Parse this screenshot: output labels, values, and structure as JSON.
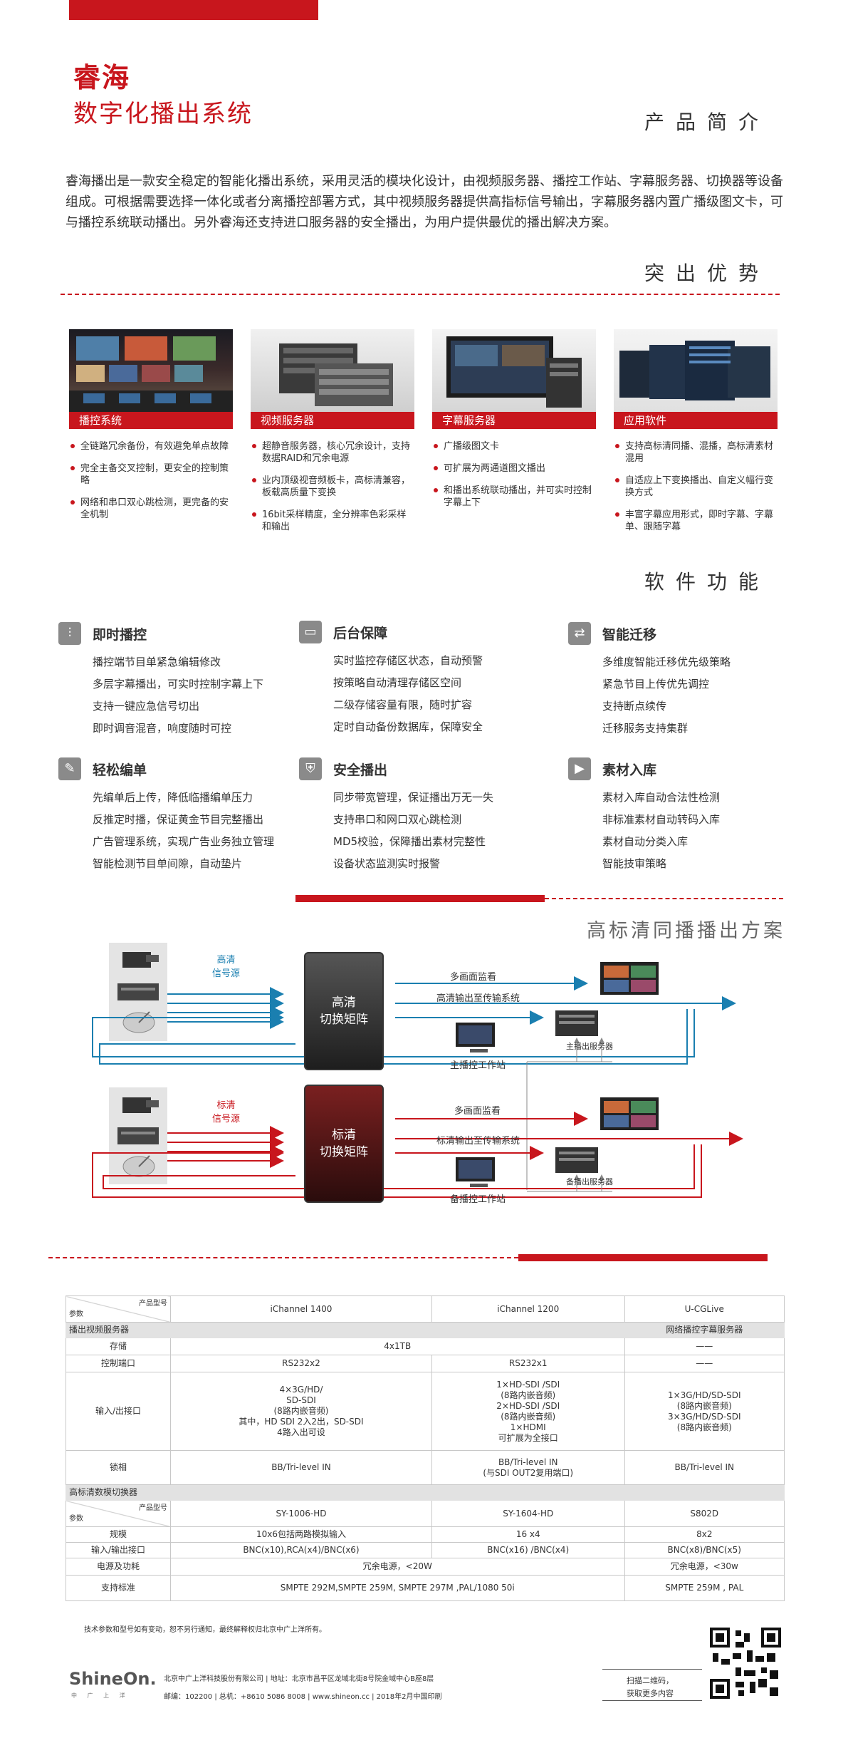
{
  "header": {
    "brand_line1": "睿海",
    "brand_line2": "数字化播出系统",
    "section_intro": "产品简介"
  },
  "intro_text": "睿海播出是一款安全稳定的智能化播出系统，采用灵活的模块化设计，由视频服务器、播控工作站、字幕服务器、切换器等设备组成。可根据需要选择一体化或者分离播控部署方式，其中视频服务器提供高指标信号输出，字幕服务器内置广播级图文卡，可与播控系统联动播出。另外睿海还支持进口服务器的安全播出，为用户提供最优的播出解决方案。",
  "advantages": {
    "title": "突出优势",
    "cards": [
      {
        "label": "播控系统",
        "items": [
          "全链路冗余备份，有效避免单点故障",
          "完全主备交叉控制，更安全的控制策略",
          "网络和串口双心跳检测，更完备的安全机制"
        ]
      },
      {
        "label": "视频服务器",
        "items": [
          "超静音服务器，核心冗余设计，支持数据RAID和冗余电源",
          "业内顶级视音频板卡，高标清兼容，板载高质量下变换",
          "16bit采样精度，全分辨率色彩采样和输出"
        ]
      },
      {
        "label": "字幕服务器",
        "items": [
          "广播级图文卡",
          "可扩展为两通道图文播出",
          "和播出系统联动播出，并可实时控制字幕上下"
        ]
      },
      {
        "label": "应用软件",
        "items": [
          "支持高标清同播、混播，高标清素材混用",
          "自适应上下变换播出、自定义幅行变换方式",
          "丰富字幕应用形式，即时字幕、字幕单、跟随字幕"
        ]
      }
    ]
  },
  "functions": {
    "title": "软件功能",
    "groups": [
      {
        "title": "即时播控",
        "icon": "sliders-icon",
        "items": [
          "播控端节目单紧急编辑修改",
          "多层字幕播出，可实时控制字幕上下",
          "支持一键应急信号切出",
          "即时调音混音，响度随时可控"
        ]
      },
      {
        "title": "后台保障",
        "icon": "monitor-icon",
        "items": [
          "实时监控存储区状态，自动预警",
          "按策略自动清理存储区空间",
          "二级存储容量有限，随时扩容",
          "定时自动备份数据库，保障安全"
        ]
      },
      {
        "title": "智能迁移",
        "icon": "transfer-icon",
        "items": [
          "多维度智能迁移优先级策略",
          "紧急节目上传优先调控",
          "支持断点续传",
          "迁移服务支持集群"
        ]
      },
      {
        "title": "轻松编单",
        "icon": "edit-icon",
        "items": [
          "先编单后上传，降低临播编单压力",
          "反推定时播，保证黄金节目完整播出",
          "广告管理系统，实现广告业务独立管理",
          "智能检测节目单间隙，自动垫片"
        ]
      },
      {
        "title": "安全播出",
        "icon": "shield-icon",
        "items": [
          "同步带宽管理，保证播出万无一失",
          "支持串口和网口双心跳检测",
          "MD5校验，保障播出素材完整性",
          "设备状态监测实时报警"
        ]
      },
      {
        "title": "素材入库",
        "icon": "ingest-icon",
        "items": [
          "素材入库自动合法性检测",
          "非标准素材自动转码入库",
          "素材自动分类入库",
          "智能技审策略"
        ]
      }
    ]
  },
  "diagram": {
    "title": "高标清同播播出方案",
    "hd": {
      "source": "高清\n信号源",
      "matrix": "高清\n切换矩阵",
      "monitor": "多画面监看",
      "output": "高清输出至传输系统",
      "server": "主播出服务器",
      "workstation": "主播控工作站"
    },
    "sd": {
      "source": "标清\n信号源",
      "matrix": "标清\n切换矩阵",
      "monitor": "多画面监看",
      "output": "标清输出至传输系统",
      "server": "备播出服务器",
      "workstation": "备播控工作站"
    },
    "colors": {
      "hd": "#1a7fb0",
      "sd": "#c8161d"
    }
  },
  "spec": {
    "corner_top": "产品型号",
    "corner_bottom": "参数",
    "models1": [
      "iChannel 1400",
      "iChannel 1200",
      "U-CGLive"
    ],
    "grp1_left": "播出视频服务器",
    "grp1_right": "网络播控字幕服务器",
    "rows1": [
      {
        "label": "存储",
        "c12": "4x1TB",
        "c3": "——"
      },
      {
        "label": "控制端口",
        "c1": "RS232x2",
        "c2": "RS232x1",
        "c3": "——"
      },
      {
        "label": "输入/出接口",
        "c1": "4×3G/HD/\nSD-SDI\n(8路内嵌音频)\n其中，HD SDI 2入2出，SD-SDI\n4路入出可设",
        "c2": "1×HD-SDI /SDI\n(8路内嵌音频)\n2×HD-SDI /SDI\n(8路内嵌音频)\n1×HDMI\n可扩展为全接口",
        "c3": "1×3G/HD/SD-SDI\n(8路内嵌音频)\n3×3G/HD/SD-SDI\n(8路内嵌音频)"
      },
      {
        "label": "锁相",
        "c1": "BB/Tri-level IN",
        "c2": "BB/Tri-level IN\n(与SDI OUT2复用端口)",
        "c3": "BB/Tri-level IN"
      }
    ],
    "grp2": "高标清数模切换器",
    "models2": [
      "SY-1006-HD",
      "SY-1604-HD",
      "S802D"
    ],
    "rows2": [
      {
        "label": "规模",
        "c1": "10x6包括两路模拟输入",
        "c2": "16 x4",
        "c3": "8x2"
      },
      {
        "label": "输入/输出接口",
        "c1": "BNC(x10),RCA(x4)/BNC(x6)",
        "c2": "BNC(x16) /BNC(x4)",
        "c3": "BNC(x8)/BNC(x5)"
      },
      {
        "label": "电源及功耗",
        "c12": "冗余电源，<20W",
        "c3": "冗余电源，<30w"
      },
      {
        "label": "支持标准",
        "c12": "SMPTE 292M,SMPTE 259M, SMPTE 297M ,PAL/1080 50i",
        "c3": "SMPTE 259M , PAL"
      }
    ],
    "note": "技术参数和型号如有变动，恕不另行通知，最终解释权归北京中广上洋所有。"
  },
  "footer": {
    "logo": "ShineOn.",
    "logo_sub": "中 广 上 洋",
    "line1": "北京中广上洋科技股份有限公司  |  地址：北京市昌平区龙域北街8号院金域中心B座8层",
    "line2": "邮编：102200  |  总机：+8610 5086 8008  |  www.shineon.cc  |  2018年2月中国印刷",
    "qr_text1": "扫描二维码，",
    "qr_text2": "获取更多内容"
  }
}
